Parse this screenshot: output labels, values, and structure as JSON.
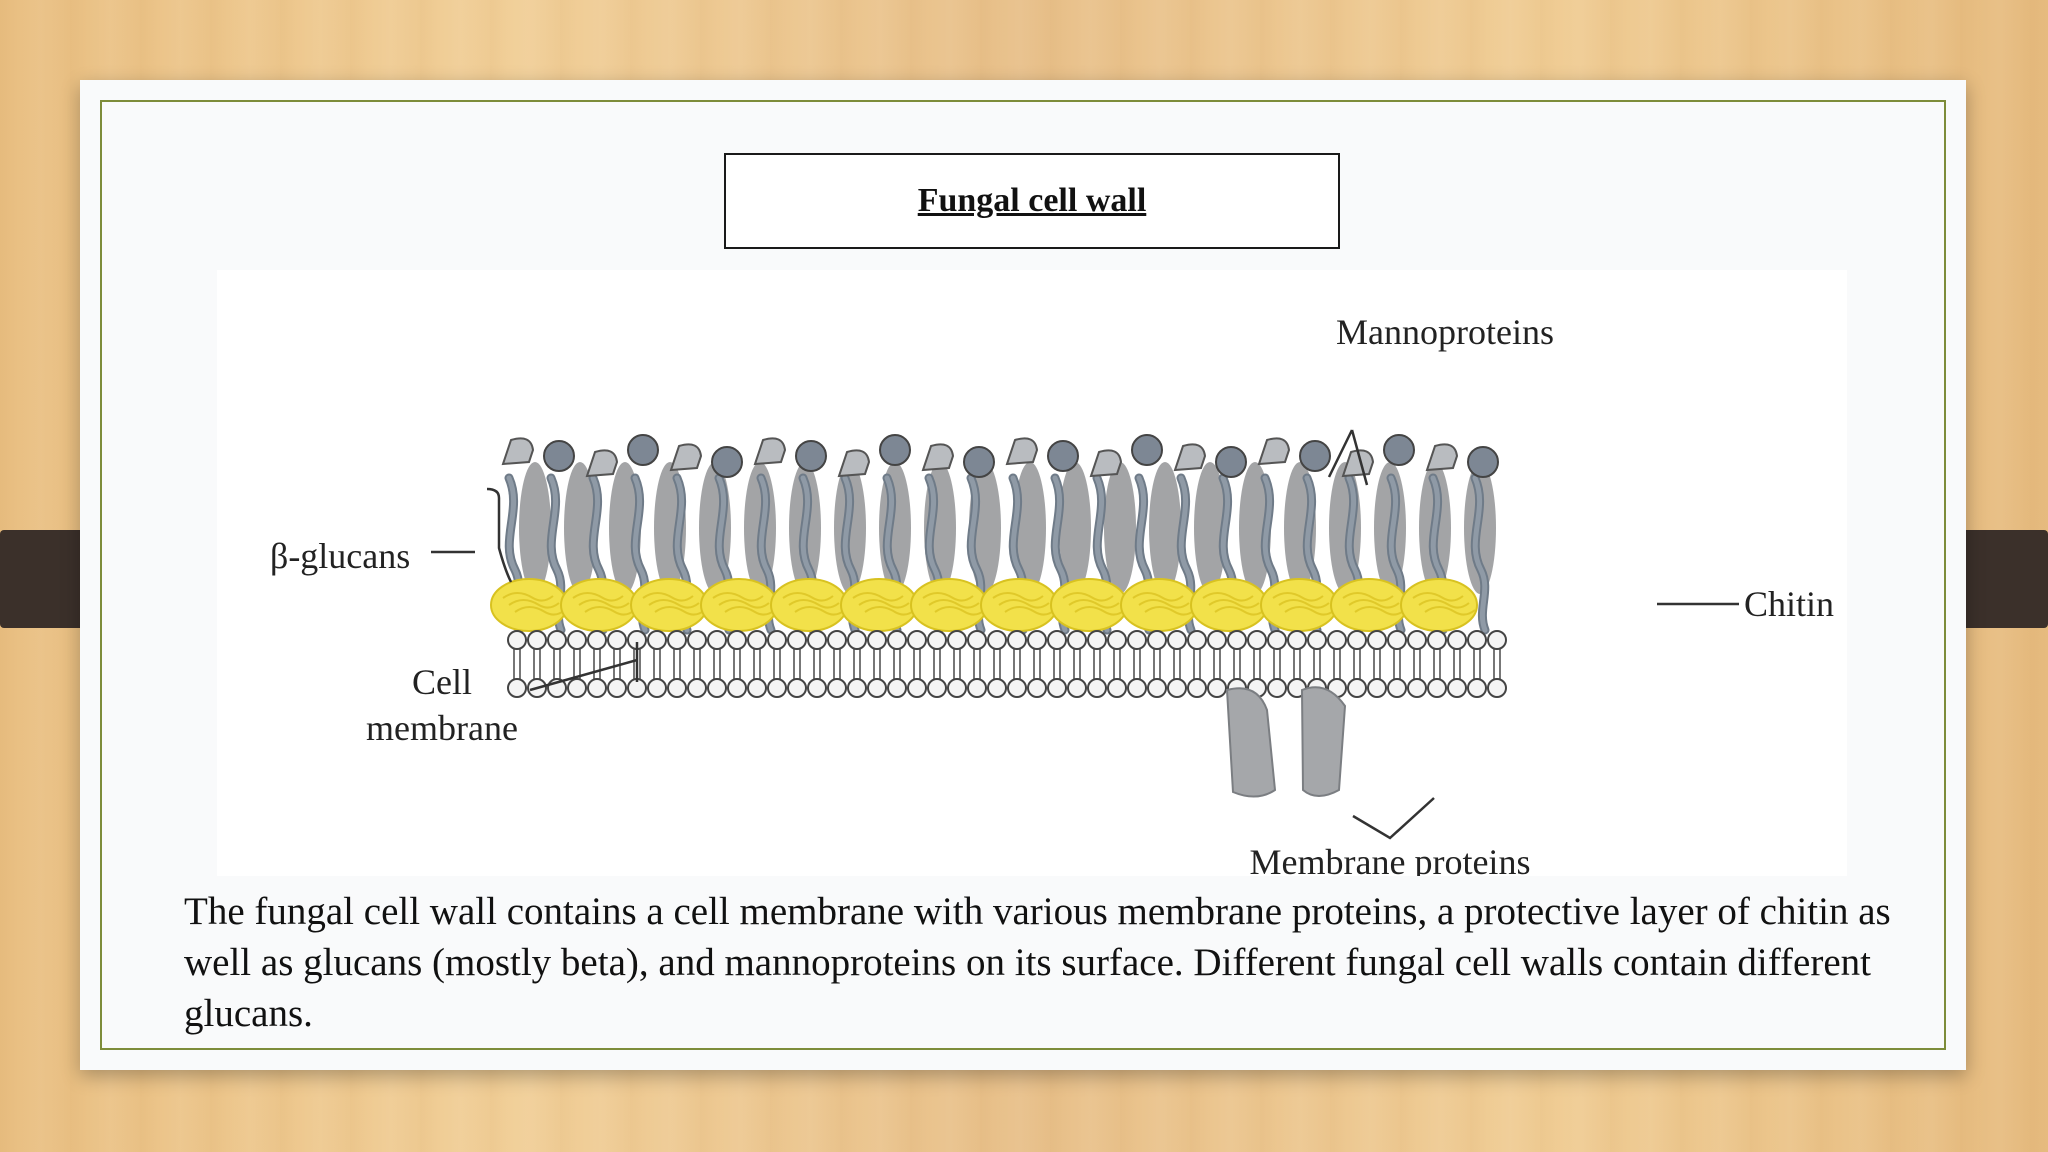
{
  "slide": {
    "title": "Fungal cell wall",
    "caption": "The fungal cell wall contains a cell membrane with various membrane proteins, a protective layer of chitin as well as glucans (mostly beta), and mannoproteins on its surface. Different fungal cell walls contain different glucans."
  },
  "diagram": {
    "labels": {
      "mannoproteins": "Mannoproteins",
      "glucans": "β-glucans",
      "chitin": "Chitin",
      "cell_membrane_line1": "Cell",
      "cell_membrane_line2": "membrane",
      "membrane_proteins": "Membrane proteins"
    }
  },
  "colors": {
    "frame": "#7d8c3a",
    "chitin": "#f2e14a",
    "glucan_fiber": "#8f9aa6",
    "mannoprotein": "#7d8794",
    "membrane_protein": "#a5a7aa"
  }
}
